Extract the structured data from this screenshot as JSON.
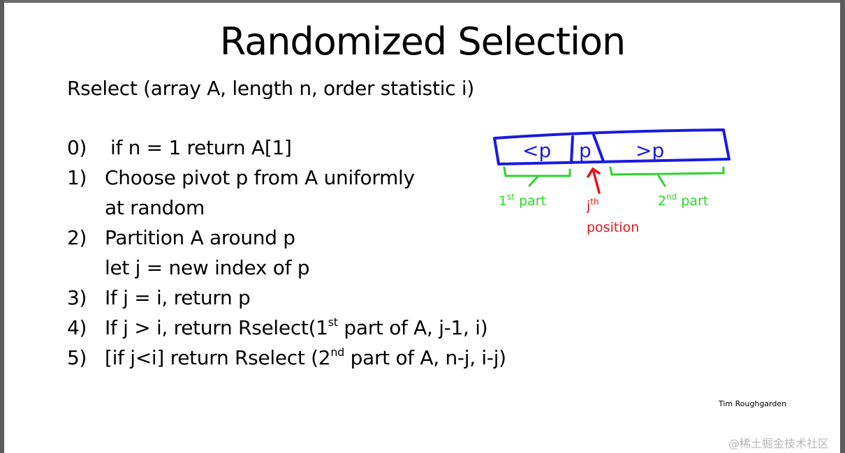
{
  "title": "Randomized Selection",
  "subtitle": "Rselect (array A, length n, order statistic i)",
  "steps": [
    {
      "num": "0)",
      "lines": [
        "if n = 1   return A[1]"
      ]
    },
    {
      "num": "1)",
      "lines": [
        "Choose pivot p from A uniformly",
        "at random"
      ]
    },
    {
      "num": "2)",
      "lines": [
        "Partition A around p",
        "let j = new index of p"
      ]
    },
    {
      "num": "3)",
      "text": "If j = i,  return p"
    },
    {
      "num": "4)",
      "pre": "If j > i,  return Rselect(1",
      "sup": "st",
      "post": " part of A, j-1, i)"
    },
    {
      "num": "5)",
      "pre": "[if j<i]  return Rselect (2",
      "sup": "nd",
      "post": " part of A, n-j, i-j)"
    }
  ],
  "diagram": {
    "cells": [
      "<p",
      "p",
      ">p"
    ],
    "first_part": {
      "pre": "1",
      "sup": "st",
      "post": " part"
    },
    "second_part": {
      "pre": "2",
      "sup": "nd",
      "post": " part"
    },
    "jth": {
      "pre": "j",
      "sup": "th"
    },
    "position": "position",
    "colors": {
      "box": "#1a1ae0",
      "parts": "#2bd52b",
      "pivot_marker": "#e2151b"
    }
  },
  "credit": "Tim Roughgarden",
  "watermark": "@稀土掘金技术社区"
}
